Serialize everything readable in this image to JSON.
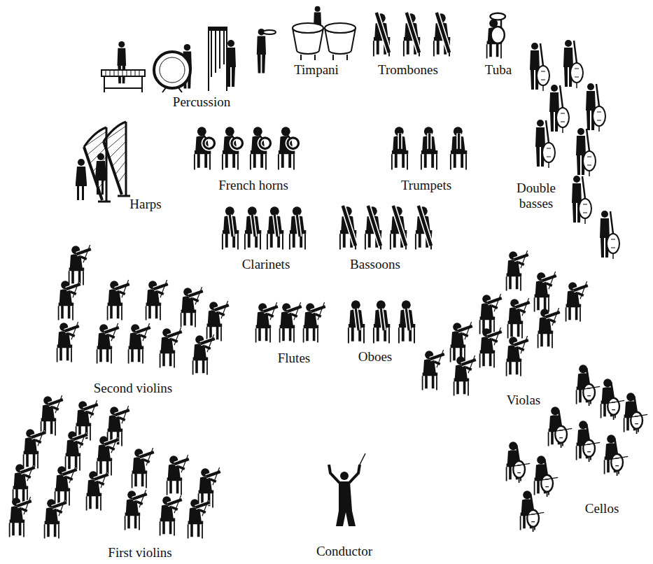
{
  "diagram": {
    "labels": [
      "Timpani",
      "Trombones",
      "Tuba",
      "Percussion",
      "Double basses",
      "French horns",
      "Trumpets",
      "Harps",
      "Clarinets",
      "Bassoons",
      "Second violins",
      "Flutes",
      "Oboes",
      "Violas",
      "Cellos",
      "First violins",
      "Conductor"
    ]
  }
}
